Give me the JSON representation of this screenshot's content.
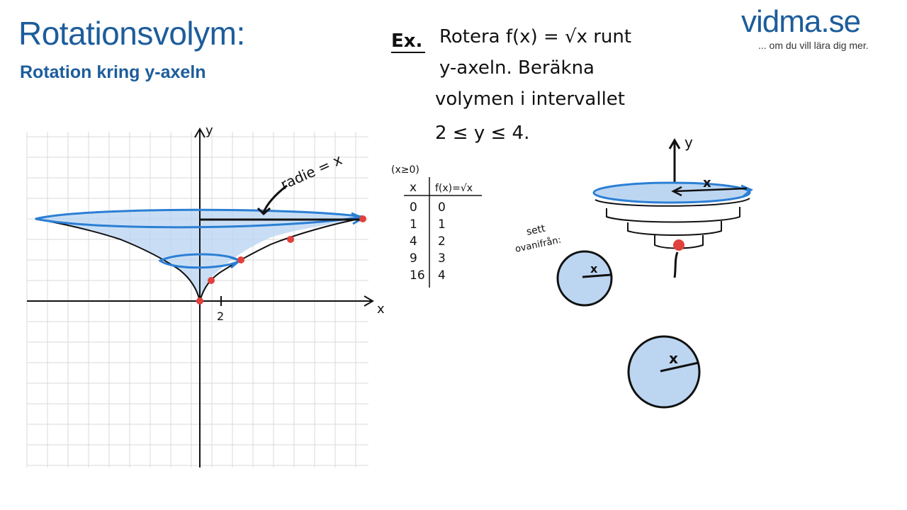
{
  "header": {
    "title": "Rotationsvolym:",
    "subtitle": "Rotation kring y-axeln"
  },
  "brand": {
    "logo": "vidma.se",
    "tagline": "... om du vill lära dig mer."
  },
  "example": {
    "lead": "Ex.",
    "lines": [
      "Rotera f(x) = √x  runt",
      "y-axeln. Beräkna",
      "volymen i intervallet",
      "2 ≤ y ≤ 4."
    ]
  },
  "graph": {
    "x_axis_label": "x",
    "y_axis_label": "y",
    "x_tick_label": "2",
    "radius_note": "radie = x"
  },
  "value_table": {
    "condition": "(x≥0)",
    "header_x": "x",
    "header_f": "f(x)=√x",
    "x_values": [
      "0",
      "1",
      "4",
      "9",
      "16"
    ],
    "f_values": [
      "0",
      "1",
      "2",
      "3",
      "4"
    ]
  },
  "solid": {
    "axis_label": "y",
    "radius_label": "x",
    "view_note_line1": "sett",
    "view_note_line2": "ovanifrån:"
  },
  "disks": [
    {
      "radius_label": "x"
    },
    {
      "radius_label": "x"
    }
  ],
  "colors": {
    "brand_blue": "#1d5d9b",
    "fill_blue": "#bcd6f2",
    "stroke_blue": "#2b7fd4",
    "point_red": "#e0413c",
    "grid": "#d8d8d8"
  }
}
